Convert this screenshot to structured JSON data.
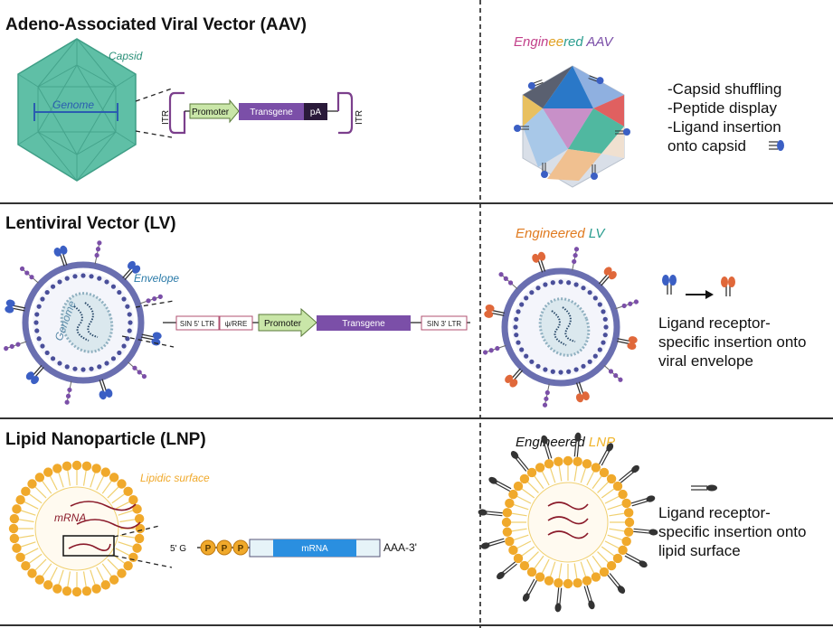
{
  "sections": {
    "aav": {
      "title": "Adeno-Associated Viral Vector (AAV)",
      "capsid_label": "Capsid",
      "genome_label": "Genome",
      "itr_left": "ITR",
      "itr_right": "ITR",
      "promoter": "Promoter",
      "transgene": "Transgene",
      "pa": "pA",
      "engineered_parts": [
        "Engin",
        "ee",
        "red",
        " AAV"
      ],
      "bullets": [
        "-Capsid shuffling",
        "-Peptide display",
        "-Ligand insertion",
        "onto capsid"
      ]
    },
    "lv": {
      "title": "Lentiviral Vector (LV)",
      "envelope_label": "Envelope",
      "genome_label": "Genome",
      "sin5": "SIN 5' LTR",
      "psi": "ψ/RRE",
      "promoter": "Promoter",
      "transgene": "Transgene",
      "sin3": "SIN 3' LTR",
      "engineered_word": "Engineered",
      "engineered_suffix": "LV",
      "bullets": [
        "Ligand receptor-",
        "specific insertion onto",
        "viral envelope"
      ]
    },
    "lnp": {
      "title": "Lipid Nanoparticle (LNP)",
      "surface_label": "Lipidic surface",
      "mrna_label": "mRNA",
      "five_prime": "5' G",
      "p": "P",
      "mrna_box": "mRNA",
      "three_prime": "AAA-3'",
      "engineered_word": "Engineered",
      "engineered_suffix": "LNP",
      "bullets": [
        "Ligand receptor-",
        "specific insertion onto",
        "lipid surface"
      ]
    }
  },
  "colors": {
    "capsid": "#5fbfa6",
    "itr": "#7b3f8c",
    "promoter": "#c9e6a8",
    "transgene": "#7b4fa8",
    "lv_membrane": "#6a6fb0",
    "lv_bead": "#4a4f9a",
    "spike_blue": "#3b5fc4",
    "spike_orange": "#e0683a",
    "lipid": "#f0a92b",
    "mrna_blue": "#2a8fe0",
    "engineered_orange": "#e07a1f",
    "engineered_teal": "#2a9d8f",
    "engineered_yellow": "#f0b429"
  }
}
